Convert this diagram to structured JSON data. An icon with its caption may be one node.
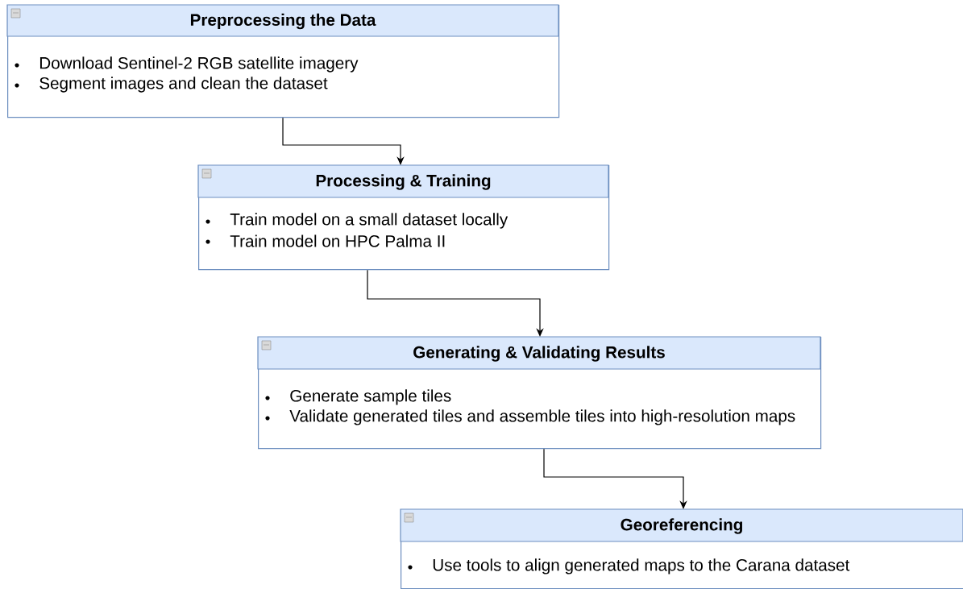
{
  "diagram": {
    "nodes": [
      {
        "text": [
          "Preprocessing the Data",
          "Download Sentinel-2 RGB satellite imagery",
          "Segment images and clean the dataset"
        ]
      },
      {
        "text": [
          "Processing & Training",
          "Train model on a small dataset locally",
          "Train model on HPC Palma II"
        ]
      },
      {
        "text": [
          "Generating & Validating Results",
          "Generate sample tiles",
          "Validate generated tiles and assemble tiles into high-resolution maps"
        ]
      },
      {
        "text": [
          "Georeferencing",
          "Use tools to align generated maps to the Carana dataset"
        ]
      }
    ],
    "edges": [
      {
        "from": 0,
        "to": 1,
        "arrow": "to"
      },
      {
        "from": 1,
        "to": 2,
        "arrow": "to"
      },
      {
        "from": 2,
        "to": 3,
        "arrow": "to"
      }
    ]
  }
}
